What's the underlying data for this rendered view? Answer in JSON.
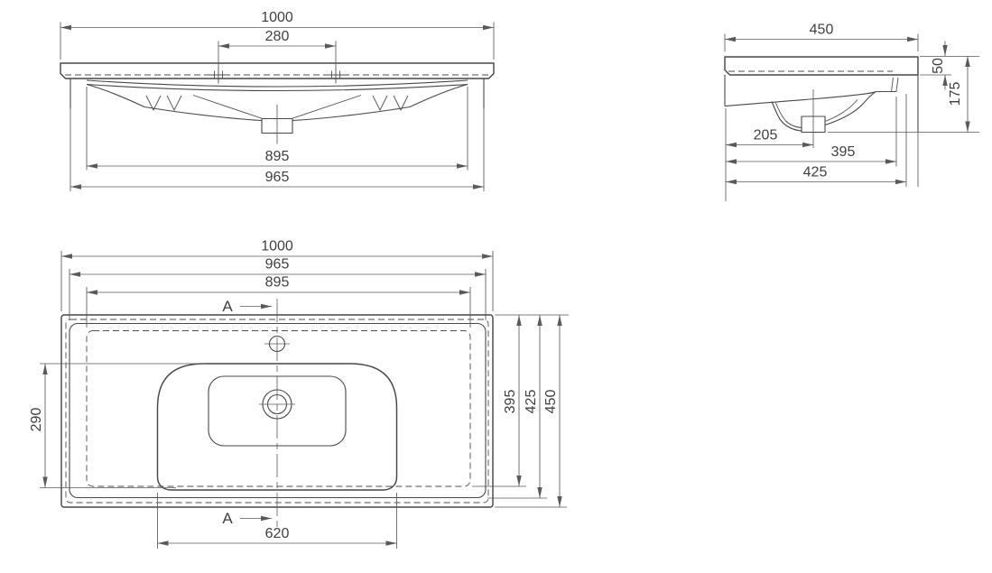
{
  "meta": {
    "type": "technical-dimensional-drawing",
    "subject": "washbasin three-view drawing"
  },
  "colors": {
    "background": "#ffffff",
    "outline": "#474747",
    "dimension": "#5a5a5a",
    "text": "#3f3f3f"
  },
  "views": {
    "front": {
      "dims": {
        "overall_width": "1000",
        "tap_hole_spacing": "280",
        "basin_width": "895",
        "body_width": "965"
      }
    },
    "side": {
      "dims": {
        "overall_depth": "450",
        "apron_height": "50",
        "overall_height": "175",
        "drain_offset": "205",
        "inner_depth": "395",
        "body_depth": "425"
      }
    },
    "plan": {
      "section_label": "A",
      "dims": {
        "overall_width": "1000",
        "body_width": "965",
        "basin_width": "895",
        "bowl_front_depth": "290",
        "bowl_width": "620",
        "inner_depth": "395",
        "body_depth": "425",
        "overall_depth": "450"
      }
    }
  }
}
